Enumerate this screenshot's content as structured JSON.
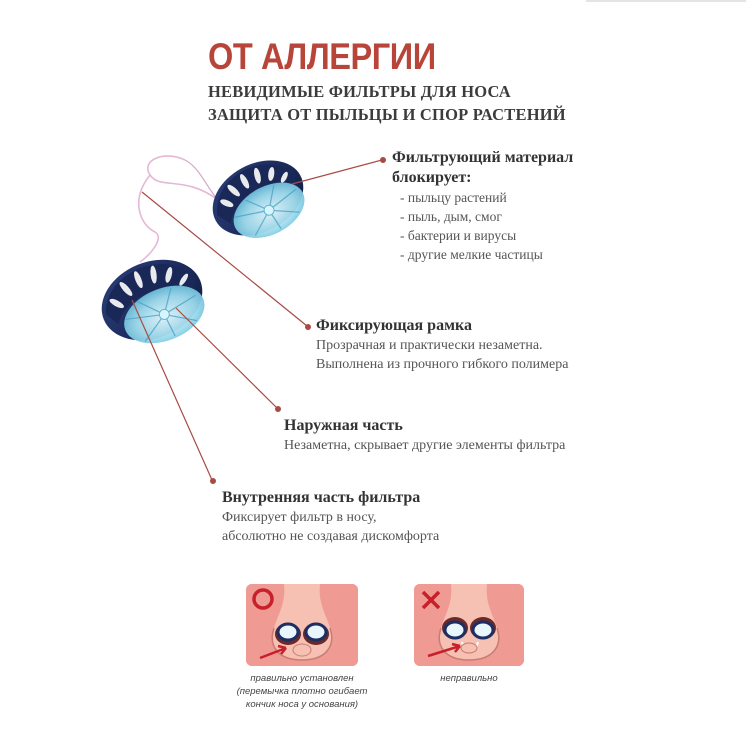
{
  "header": {
    "title": "ОТ АЛЛЕРГИИ",
    "subtitle_line1": "НЕВИДИМЫЕ ФИЛЬТРЫ ДЛЯ НОСА",
    "subtitle_line2": "ЗАЩИТА ОТ ПЫЛЬЦЫ И СПОР РАСТЕНИЙ"
  },
  "callouts": {
    "filter_material": {
      "title_line1": "Фильтрующий материал",
      "title_line2": "блокирует:",
      "items": [
        "пыльцу растений",
        "пыль, дым, смог",
        "бактерии и вирусы",
        "другие мелкие частицы"
      ]
    },
    "frame": {
      "title": "Фиксирующая рамка",
      "line1": "Прозрачная и практически незаметна.",
      "line2": "Выполнена из прочного гибкого полимера"
    },
    "outer_part": {
      "title": "Наружная часть",
      "line1": "Незаметна, скрывает другие элементы фильтра"
    },
    "inner_part": {
      "title": "Внутренняя часть фильтра",
      "line1": "Фиксирует фильтр в носу,",
      "line2": "абсолютно не создавая дискомфорта"
    }
  },
  "comparison": {
    "correct": {
      "symbol": "correct-circle-icon",
      "caption_line1": "правильно установлен",
      "caption_line2": "(перемычка плотно огибает",
      "caption_line3": "кончик носа у основания)"
    },
    "incorrect": {
      "symbol": "cross-icon",
      "caption_line1": "неправильно"
    }
  },
  "colors": {
    "title": "#b8453a",
    "leader_line": "#a84b44",
    "filter_dark": "#1d2e63",
    "filter_light": "#8fd3e6",
    "card_background": "#ef9a93",
    "mark": "#c8202b"
  }
}
